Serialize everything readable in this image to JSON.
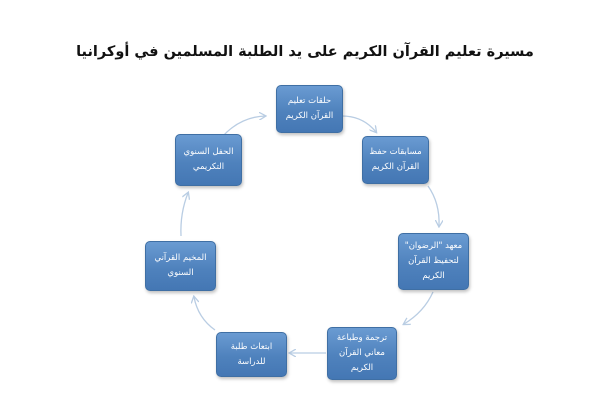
{
  "title": "مسيرة تعليم القرآن الكريم على يد الطلبة المسلمين في أوكرانيا",
  "nodes": [
    {
      "label": "حلقات تعليم القرآن الكريم"
    },
    {
      "label": "مسابقات حفظ القرآن الكريم"
    },
    {
      "label": "معهد \"الرضوان\" لتحفيظ القرآن الكريم"
    },
    {
      "label": "ترجمة وطباعة معاني القرآن الكريم"
    },
    {
      "label": "ابتعاث طلبة للدراسة"
    },
    {
      "label": "المخيم القرآني السنوي"
    },
    {
      "label": "الحفل السنوي التكريمي"
    }
  ],
  "colors": {
    "node_fill": "#4f82bd",
    "node_border": "#3f6fa4",
    "arrow": "#b9cde3",
    "text": "#ffffff"
  }
}
